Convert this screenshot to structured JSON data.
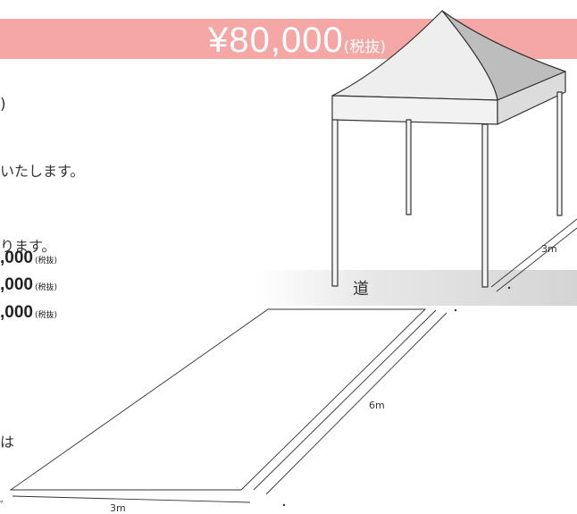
{
  "price": {
    "amount": "¥80,000",
    "tax": "(税抜)"
  },
  "texts": {
    "line1": ")",
    "line2": "いたします。",
    "line3": "ります。",
    "line7": "は",
    "line8": "゛"
  },
  "prices": [
    {
      "amount": ",000",
      "tax": "(税抜)"
    },
    {
      "amount": ",000",
      "tax": "(税抜)"
    },
    {
      "amount": ",000",
      "tax": "(税抜)"
    }
  ],
  "road_label": "道",
  "dimensions": {
    "tent_depth": "3m",
    "area_depth": "6m",
    "area_width": "3m"
  },
  "colors": {
    "price_band": "#f4a7a4",
    "tent_roof": "#e6e6e6",
    "tent_roof_shadow": "#b8b8b8"
  }
}
